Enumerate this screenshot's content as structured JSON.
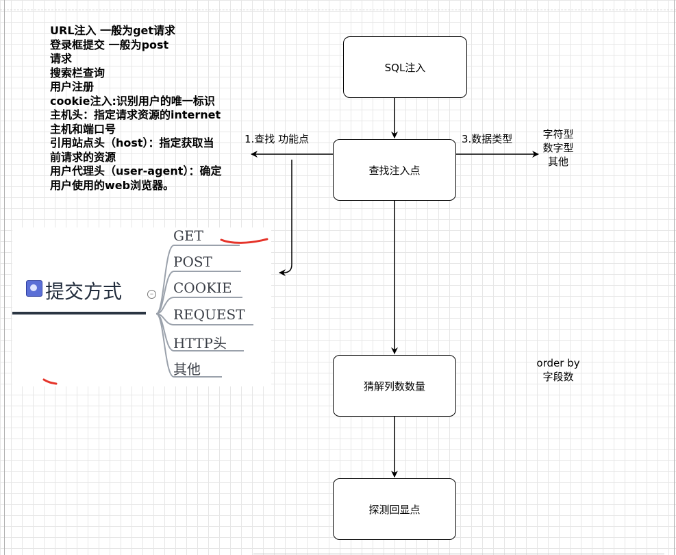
{
  "notes": [
    "URL注入 一般为get请求",
    "登录框提交  一般为post",
    "请求",
    "搜索栏查询",
    "用户注册",
    "cookie注入:识别用户的唯一标识",
    "主机头：指定请求资源的internet",
    "主机和端口号",
    "引用站点头（host）：指定获取当",
    "前请求的资源",
    "用户代理头（user-agent）：确定",
    "用户使用的web浏览器。"
  ],
  "flow": {
    "sql_injection": "SQL注入",
    "find_injection_point": "查找注入点",
    "guess_column_count": "猜解列数数量",
    "detect_echo_point": "探测回显点"
  },
  "edges": {
    "find_function_point": "1.查找 功能点",
    "data_type": "3.数据类型"
  },
  "data_types": [
    "字符型",
    "数字型",
    "其他"
  ],
  "order_by": [
    "order by",
    "字段数"
  ],
  "mindmap": {
    "root": "提交方式",
    "items": [
      "GET",
      "POST",
      "COOKIE",
      "REQUEST",
      "HTTP头",
      "其他"
    ]
  }
}
